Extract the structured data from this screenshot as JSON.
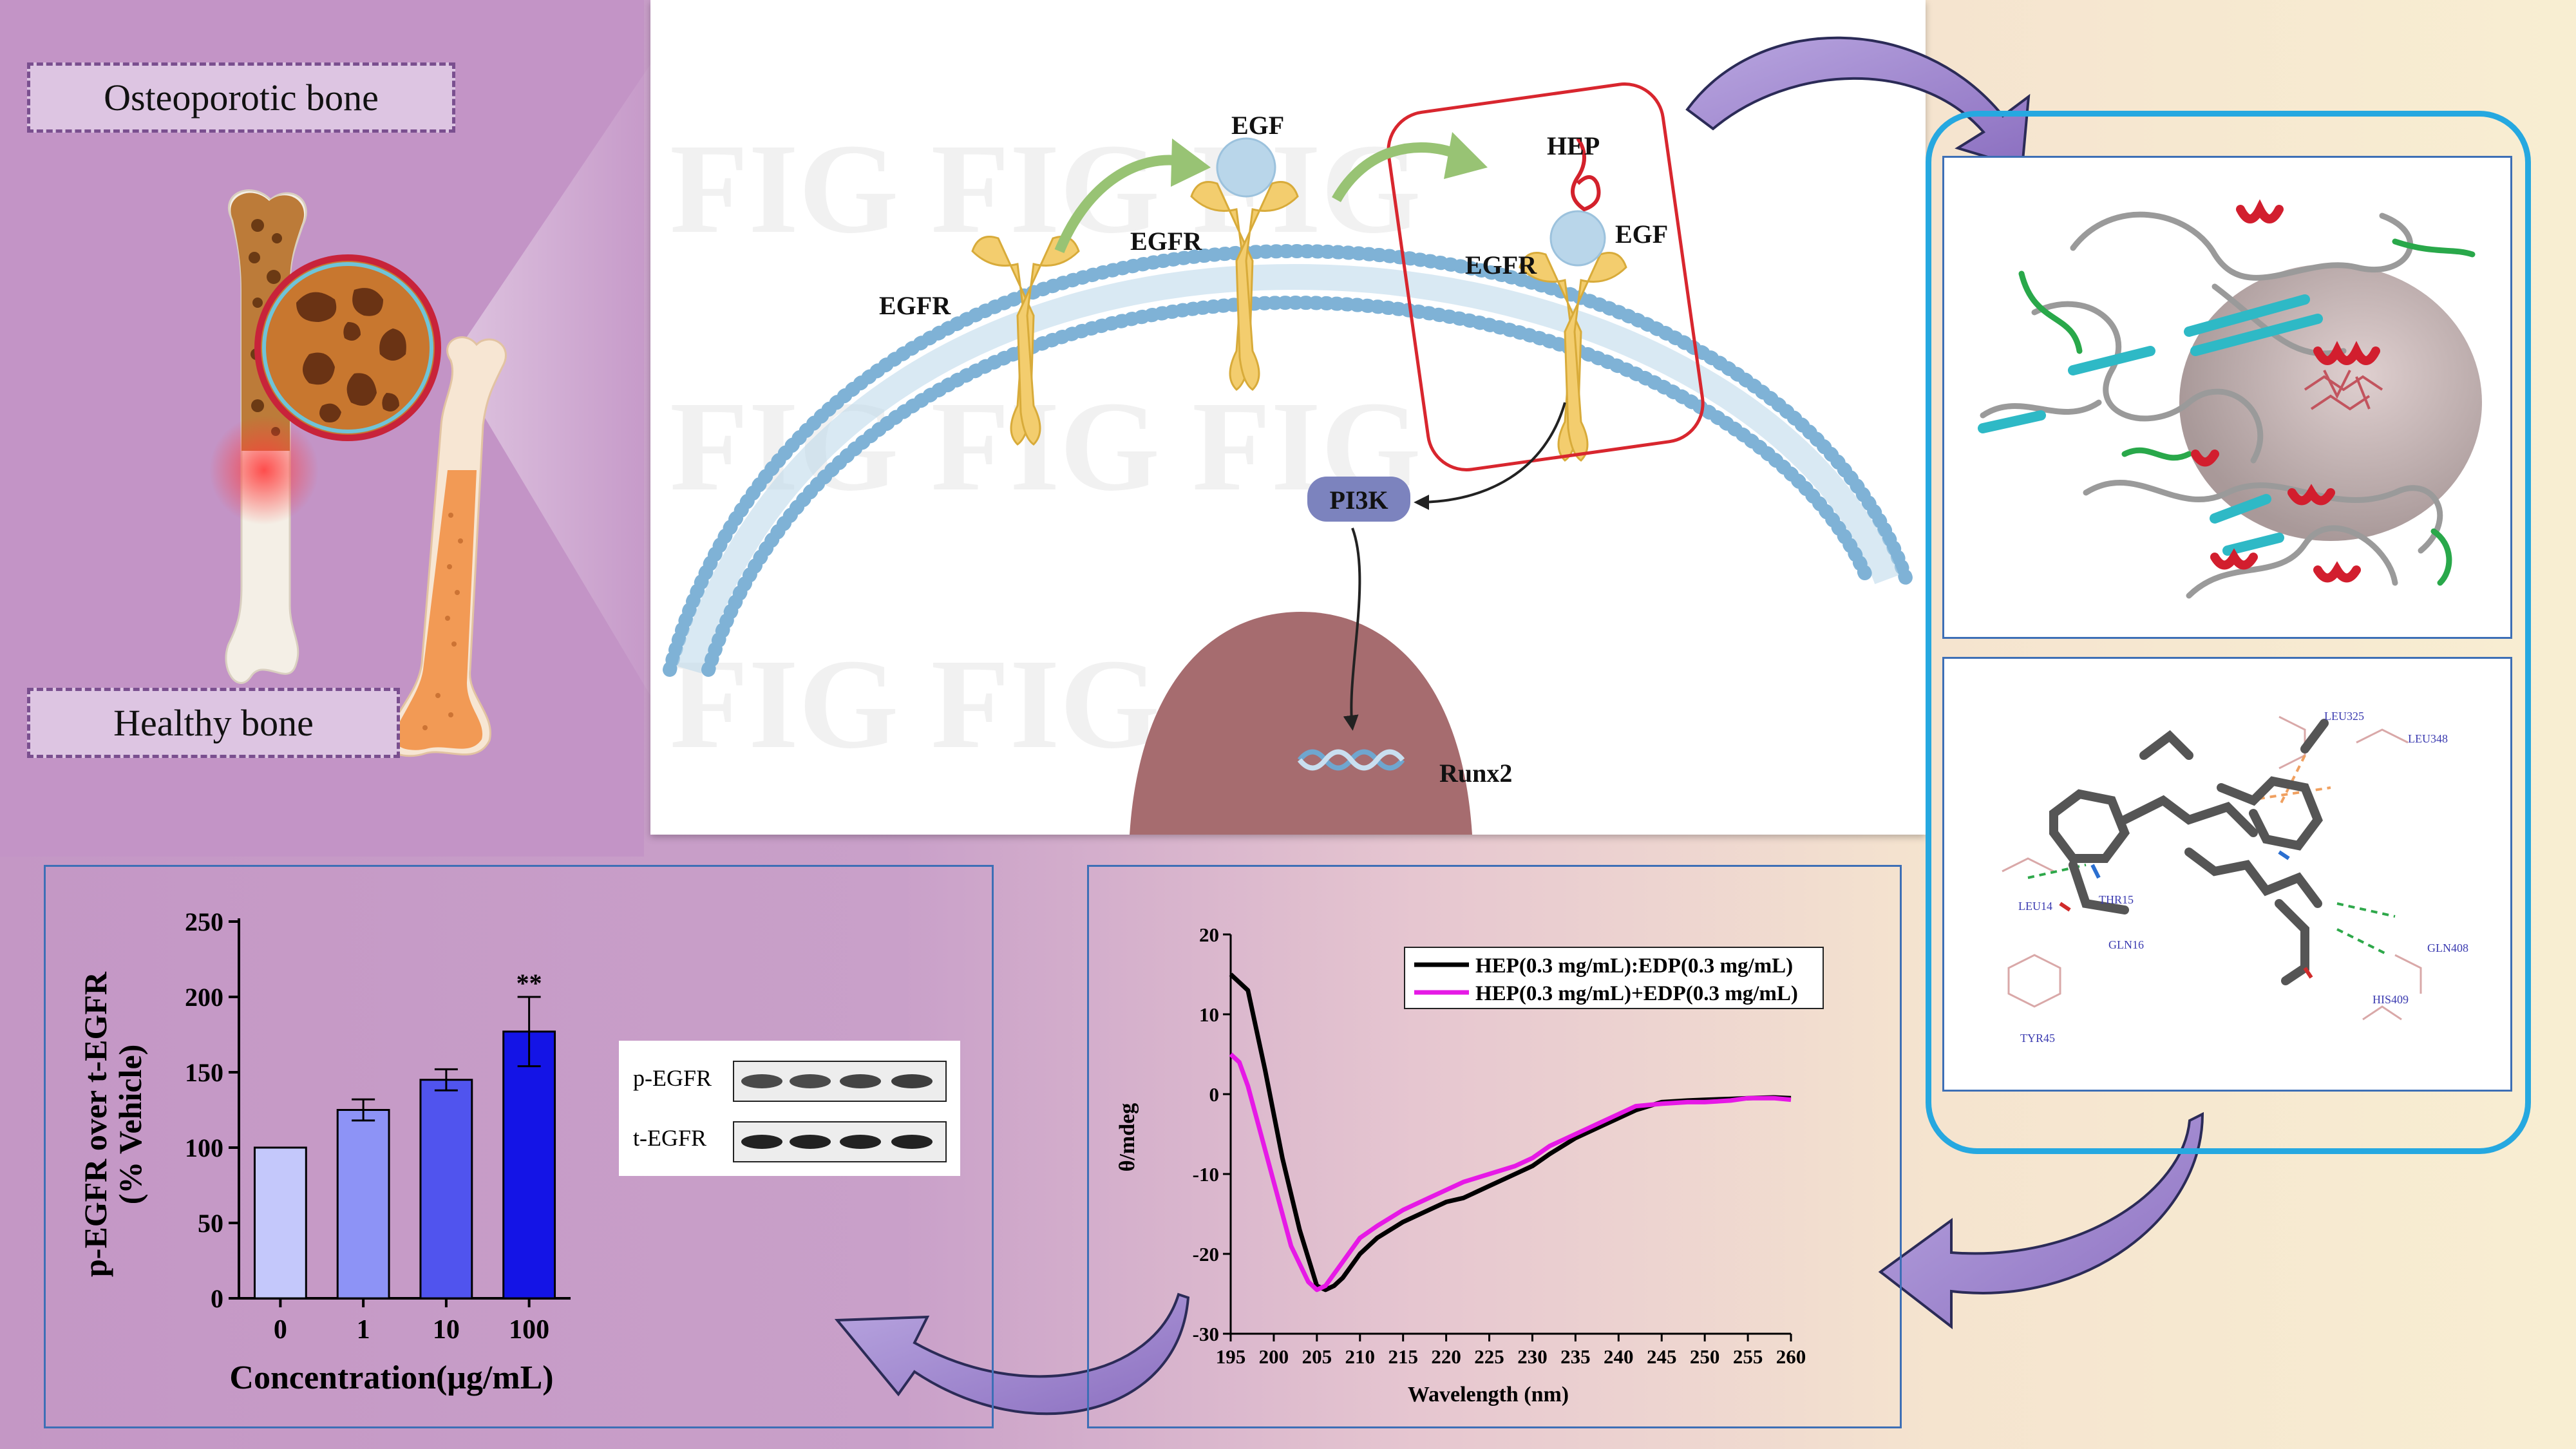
{
  "colors": {
    "bg_left": "#c79ac8",
    "bg_right": "#f7eccf",
    "panel_border": "#3d6fb6",
    "membrane": "#7fb2d6",
    "receptor": "#f3cd6e",
    "nucleus": "#a86a6e",
    "egf": "#b9d6ea",
    "hep_strand": "#d3212c",
    "arrow_green": "#98c374",
    "arrow_purple": "#9a86c8",
    "bar_fill": [
      "#c4c8fb",
      "#8d93f6",
      "#5054ee",
      "#1414e6"
    ],
    "cd_black": "#000000",
    "cd_magenta": "#e619e6",
    "frame_cyan": "#26a8e0",
    "box_red": "#d8262e"
  },
  "labels": {
    "osteoporotic": "Osteoporotic bone",
    "healthy": "Healthy bone"
  },
  "pathway": {
    "egfr_1": "EGFR",
    "egfr_2": "EGFR",
    "egf_1": "EGF",
    "egfr_3": "EGFR",
    "hep": "HEP",
    "egf_2": "EGF",
    "pi3k": "PI3K",
    "runx2": "Runx2"
  },
  "docking": {
    "residues": [
      "LEU325",
      "LEU348",
      "LEU14",
      "THR15",
      "GLN16",
      "GLN408",
      "HIS409",
      "TYR45"
    ]
  },
  "western": {
    "bands": [
      "p-EGFR",
      "t-EGFR"
    ]
  },
  "chart_data": [
    {
      "type": "bar",
      "categories": [
        "0",
        "1",
        "10",
        "100"
      ],
      "values": [
        100,
        125,
        145,
        177
      ],
      "errors": [
        0,
        7,
        7,
        23
      ],
      "significance": [
        "",
        "",
        "",
        "**"
      ],
      "xlabel": "Concentration(μg/mL)",
      "ylabel_line1": "p-EGFR over t-EGFR",
      "ylabel_line2": "(% Vehicle)",
      "ylim": [
        0,
        250
      ],
      "yticks": [
        0,
        50,
        100,
        150,
        200,
        250
      ],
      "grid": false
    },
    {
      "type": "line",
      "xlabel": "Wavelength (nm)",
      "ylabel": "θ/mdeg",
      "xlim": [
        195,
        260
      ],
      "ylim": [
        -30,
        20
      ],
      "xticks": [
        195,
        200,
        205,
        210,
        215,
        220,
        225,
        230,
        235,
        240,
        245,
        250,
        255,
        260
      ],
      "yticks": [
        -30,
        -20,
        -10,
        0,
        10,
        20
      ],
      "legend_position": "top-right",
      "series": [
        {
          "name": "HEP(0.3 mg/mL):EDP(0.3 mg/mL)",
          "x": [
            195,
            197,
            199,
            201,
            203,
            205,
            206,
            207,
            208,
            210,
            212,
            215,
            218,
            220,
            222,
            225,
            228,
            230,
            232,
            235,
            238,
            240,
            242,
            245,
            248,
            250,
            253,
            255,
            258,
            260
          ],
          "y": [
            15,
            13,
            3,
            -8,
            -17,
            -24,
            -24.5,
            -24,
            -23,
            -20,
            -18,
            -16,
            -14.5,
            -13.5,
            -13,
            -11.5,
            -10,
            -9,
            -7.5,
            -5.5,
            -4,
            -3,
            -2,
            -1,
            -0.8,
            -0.7,
            -0.6,
            -0.5,
            -0.4,
            -0.5
          ]
        },
        {
          "name": "HEP(0.3 mg/mL)+EDP(0.3 mg/mL)",
          "x": [
            195,
            196,
            197,
            198,
            200,
            202,
            204,
            205,
            206,
            208,
            210,
            212,
            215,
            218,
            220,
            222,
            225,
            228,
            230,
            232,
            235,
            238,
            240,
            242,
            245,
            248,
            250,
            253,
            255,
            258,
            260
          ],
          "y": [
            5,
            4,
            1,
            -3,
            -11,
            -19,
            -23.5,
            -24.5,
            -24,
            -21,
            -18,
            -16.5,
            -14.5,
            -13,
            -12,
            -11,
            -10,
            -9,
            -8,
            -6.5,
            -5,
            -3.5,
            -2.5,
            -1.5,
            -1.2,
            -1,
            -1,
            -0.8,
            -0.5,
            -0.5,
            -0.7
          ]
        }
      ]
    }
  ]
}
